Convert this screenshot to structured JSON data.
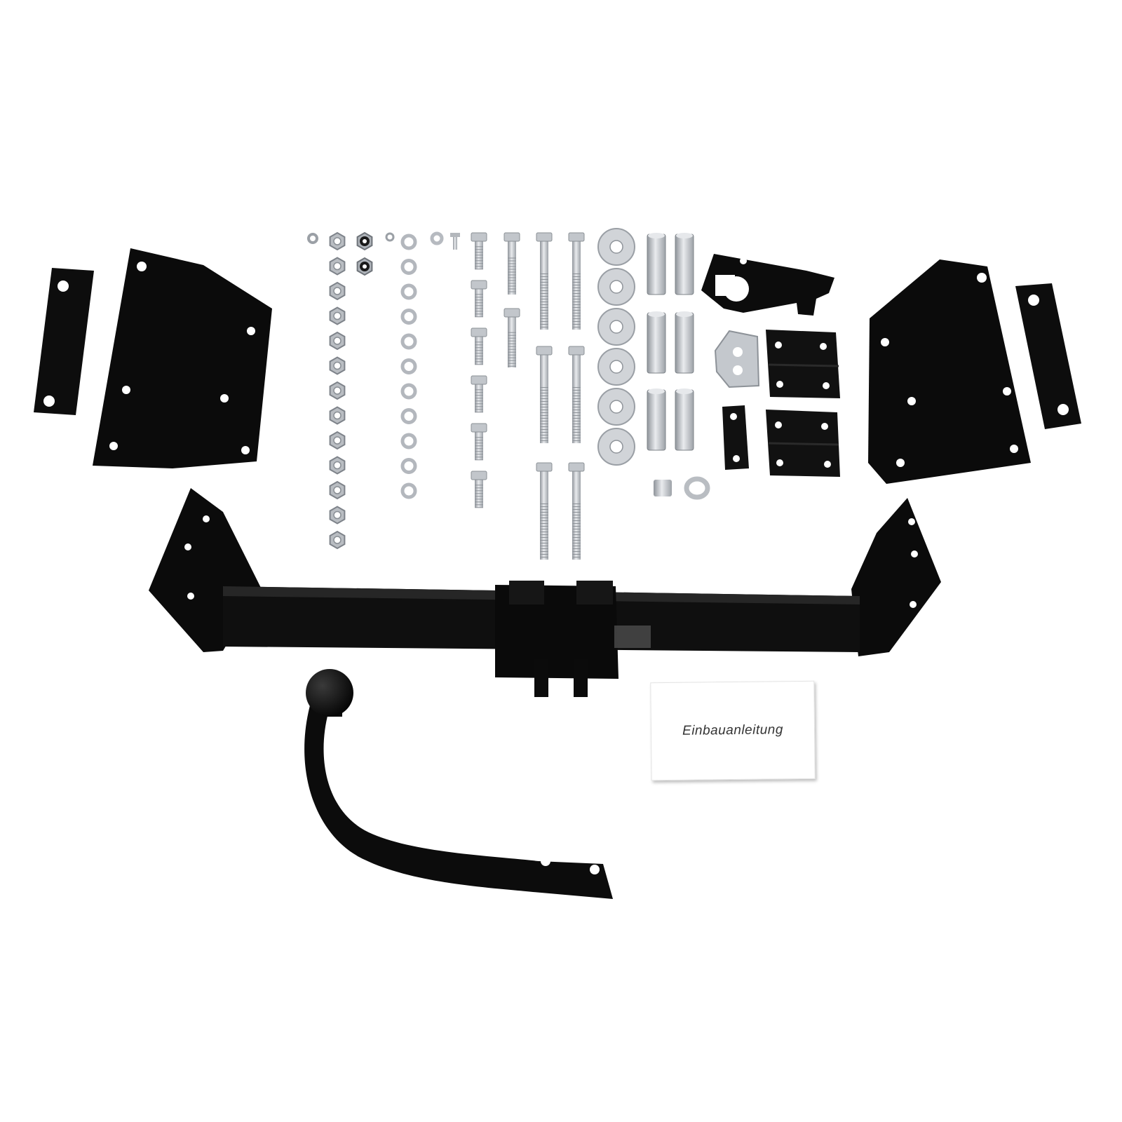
{
  "document": {
    "label": "Einbauanleitung"
  },
  "colors": {
    "steel_black": "#0d0d0d",
    "zinc": "#c9ccd1",
    "background": "#ffffff"
  },
  "parts": {
    "nuts_count": 13,
    "lock_nuts_count": 2,
    "washers_count": 11,
    "short_bolts_count": 6,
    "long_bolts_count": 6,
    "spacer_washers_count": 6,
    "sleeves_count": 6
  }
}
